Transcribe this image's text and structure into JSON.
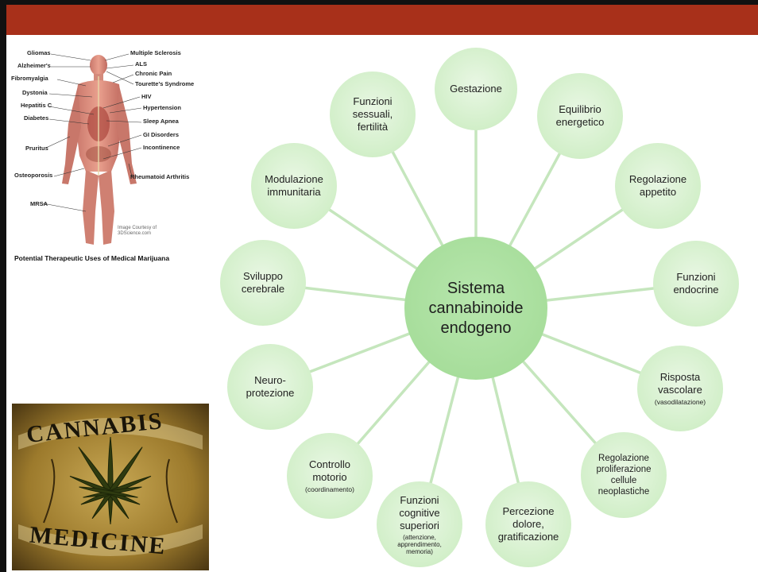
{
  "colors": {
    "top_bar": "#a8301a",
    "node_fill": "#d2efc9",
    "center_fill": "#a6dd9a",
    "connector": "#c5e6bd"
  },
  "anatomy": {
    "labels_left": [
      "Gliomas",
      "Alzheimer's",
      "Fibromyalgia",
      "Dystonia",
      "Hepatitis C",
      "Diabetes",
      "Pruritus",
      "Osteoporosis",
      "MRSA"
    ],
    "labels_right": [
      "Multiple Sclerosis",
      "ALS",
      "Chronic Pain",
      "Tourette's Syndrome",
      "HIV",
      "Hypertension",
      "Sleep Apnea",
      "GI Disorders",
      "Incontinence",
      "Rheumatoid Arthritis"
    ],
    "credit": "Image Courtesy of 3DScience.com",
    "caption": "Potential Therapeutic Uses of Medical Marijuana"
  },
  "cannabis_label": {
    "top_word": "CANNABIS",
    "bottom_word": "MEDICINE"
  },
  "center": {
    "label": "Sistema\ncannabinoide\nendogeno"
  },
  "nodes": [
    {
      "id": "gestazione",
      "label": "Gestazione",
      "sub": ""
    },
    {
      "id": "equilibrio",
      "label": "Equilibrio\nenergetico",
      "sub": ""
    },
    {
      "id": "appetito",
      "label": "Regolazione\nappetito",
      "sub": ""
    },
    {
      "id": "endocrine",
      "label": "Funzioni\nendocrine",
      "sub": ""
    },
    {
      "id": "vascolare",
      "label": "Risposta\nvascolare",
      "sub": "(vasodilatazione)"
    },
    {
      "id": "proliferazione",
      "label": "Regolazione\nproliferazione\ncellule\nneoplastiche",
      "sub": ""
    },
    {
      "id": "dolore",
      "label": "Percezione\ndolore,\ngratificazione",
      "sub": ""
    },
    {
      "id": "cognitive",
      "label": "Funzioni\ncognitive\nsuperiori",
      "sub": "(attenzione,\napprendimento,\nmemoria)"
    },
    {
      "id": "motorio",
      "label": "Controllo\nmotorio",
      "sub": "(coordinamento)"
    },
    {
      "id": "neuro",
      "label": "Neuro-\nprotezione",
      "sub": ""
    },
    {
      "id": "sviluppo",
      "label": "Sviluppo\ncerebrale",
      "sub": ""
    },
    {
      "id": "immunitaria",
      "label": "Modulazione\nimmunitaria",
      "sub": ""
    },
    {
      "id": "sessuali",
      "label": "Funzioni\nsessuali,\nfertilità",
      "sub": ""
    }
  ]
}
